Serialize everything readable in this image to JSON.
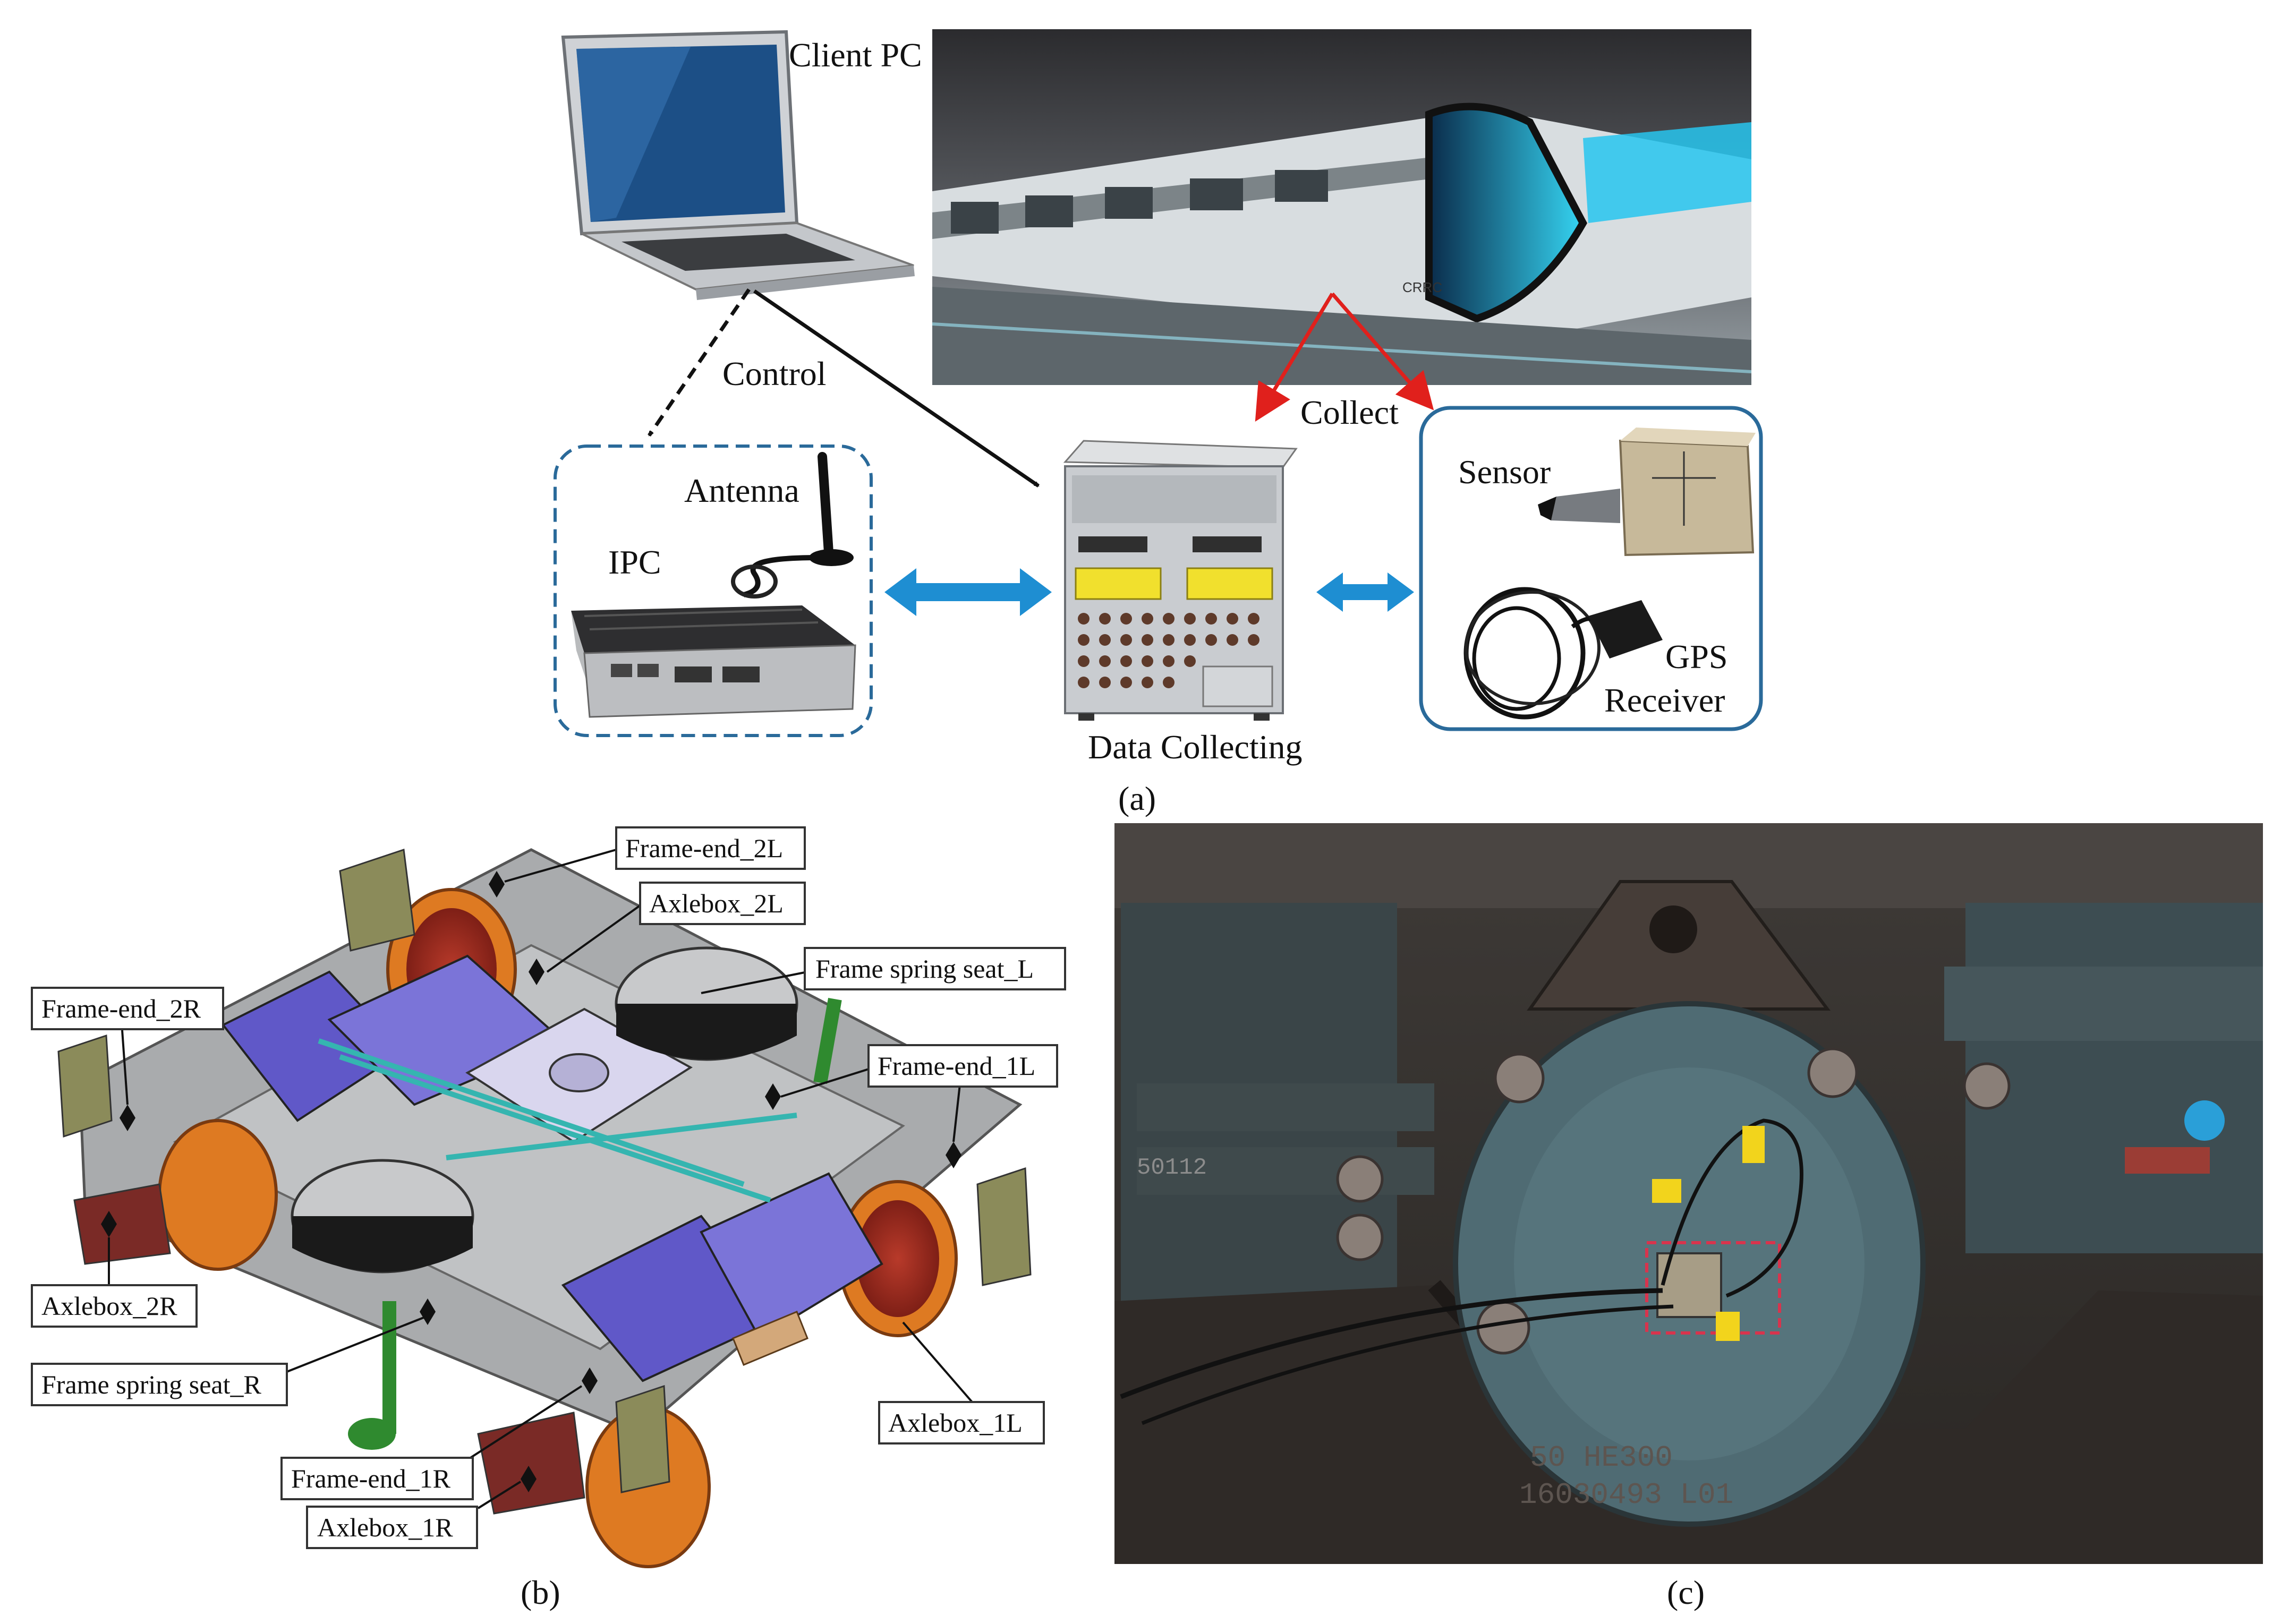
{
  "panel_a": {
    "client_pc": "Client PC",
    "control": "Control",
    "collect": "Collect",
    "antenna": "Antenna",
    "ipc": "IPC",
    "sensor": "Sensor",
    "gps_line1": "GPS",
    "gps_line2": "Receiver",
    "data_collecting": "Data Collecting",
    "caption": "(a)",
    "train_logo": "CRRC",
    "colors": {
      "control_arrow": "#111111",
      "collect_arrow": "#e0201c",
      "link_arrow": "#1e8ed2",
      "box_border": "#2a6a9a"
    }
  },
  "panel_b": {
    "labels": {
      "frame_end_2l": "Frame-end_2L",
      "axlebox_2l": "Axlebox_2L",
      "frame_spring_seat_l": "Frame spring seat_L",
      "frame_end_2r": "Frame-end_2R",
      "frame_end_1l": "Frame-end_1L",
      "axlebox_2r": "Axlebox_2R",
      "frame_spring_seat_r": "Frame spring seat_R",
      "axlebox_1l": "Axlebox_1L",
      "frame_end_1r": "Frame-end_1R",
      "axlebox_1r": "Axlebox_1R"
    },
    "caption": "(b)"
  },
  "panel_c": {
    "caption": "(c)",
    "stamp_text": "50112",
    "cast_text_1": "50 HE300",
    "cast_text_2": "16030493 L01"
  }
}
